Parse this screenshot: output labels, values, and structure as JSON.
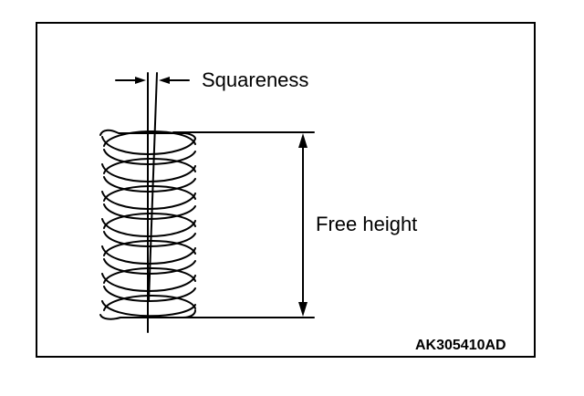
{
  "labels": {
    "squareness": "Squareness",
    "free_height": "Free height",
    "figure_code": "AK305410AD"
  },
  "colors": {
    "line": "#000000",
    "background": "#ffffff"
  }
}
